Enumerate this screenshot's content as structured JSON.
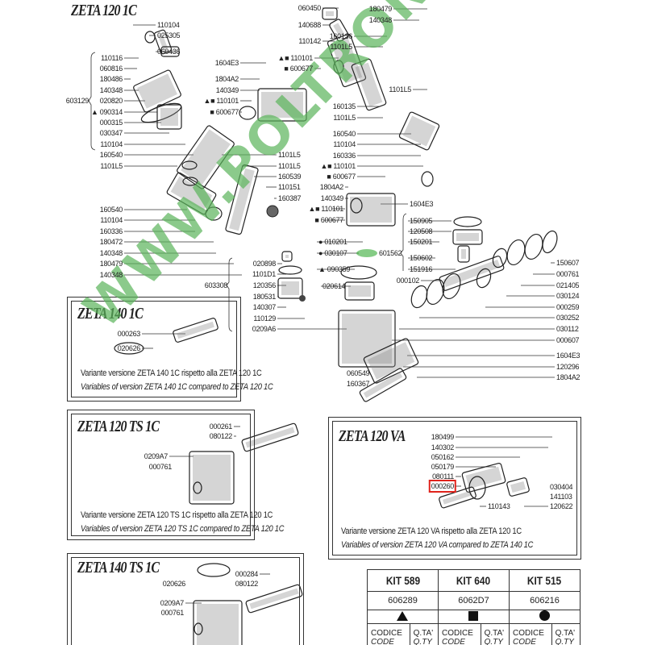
{
  "main": {
    "title": "ZETA 120 1C",
    "labels": [
      "110104",
      "025305",
      "060436",
      "110116",
      "060816",
      "180486",
      "140348",
      "020820",
      "▲ 090314",
      "000315",
      "030347",
      "110104",
      "160540",
      "1101L5",
      "160540",
      "110104",
      "160336",
      "180472",
      "140348",
      "180479",
      "140348",
      "603129",
      "1604E3",
      "1804A2",
      "140349",
      "▲■ 110101",
      "■ 600677",
      "1101L5",
      "1101L5",
      "160539",
      "110151",
      "160387",
      "060450",
      "140688",
      "110142",
      "▲■ 110101",
      "■ 600677",
      "180479",
      "140348",
      "160136",
      "1101L5",
      "1101L5",
      "160135",
      "1101L5",
      "160540",
      "110104",
      "160336",
      "▲■ 110101",
      "■ 600677",
      "1804A2",
      "140349",
      "▲■ 110101",
      "■ 600677",
      "1604E3",
      "150905",
      "120508",
      "150201",
      "150602",
      "151916",
      "601562",
      "● 010201",
      "● 030107",
      "▲ 090359",
      "020614",
      "000102",
      "150607",
      "000761",
      "021405",
      "030124",
      "000259",
      "030252",
      "030112",
      "000607",
      "1604E3",
      "120296",
      "1804A2",
      "603308",
      "020898",
      "1101D1",
      "120356",
      "180531",
      "140307",
      "110129",
      "0209A6",
      "060549",
      "160367"
    ]
  },
  "variants": [
    {
      "title": "ZETA 140 1C",
      "labels": [
        "000263",
        "020626"
      ],
      "note_it": "Variante versione ZETA 140 1C rispetto alla ZETA 120 1C",
      "note_en": "Variables of version ZETA 140 1C compared to ZETA 120 1C"
    },
    {
      "title": "ZETA 120 TS 1C",
      "labels": [
        "000261",
        "080122",
        "0209A7",
        "000761"
      ],
      "note_it": "Variante versione ZETA 120 TS 1C rispetto alla ZETA 120 1C",
      "note_en": "Variables of version ZETA 120 TS 1C compared to ZETA 120 1C"
    },
    {
      "title": "ZETA 120 VA",
      "labels": [
        "180499",
        "140302",
        "050162",
        "050179",
        "080111",
        "000260",
        "110143",
        "030404",
        "141103",
        "120622"
      ],
      "note_it": "Variante versione ZETA 120 VA rispetto alla ZETA 120 1C",
      "note_en": "Variables of version ZETA 120 VA compared to ZETA 140 1C",
      "highlighted_label": "000260",
      "highlight_color": "#e0231c"
    },
    {
      "title": "ZETA 140 TS 1C",
      "labels": [
        "020626",
        "000284",
        "080122",
        "0209A7",
        "000761"
      ]
    }
  ],
  "kit_table": {
    "kits": [
      {
        "name": "KIT 589",
        "code": "606289",
        "symbol": "triangle"
      },
      {
        "name": "KIT 640",
        "code": "6062D7",
        "symbol": "square"
      },
      {
        "name": "KIT 515",
        "code": "606216",
        "symbol": "circle"
      }
    ],
    "col_code": "CODICE",
    "col_code_en": "CODE",
    "col_qty": "Q.TA'",
    "col_qty_en": "Q.TY"
  },
  "watermark": "WWW.POLTRONIK.PL",
  "colors": {
    "watermark": "#5ab45a",
    "highlight": "#e0231c",
    "line": "#333333"
  }
}
